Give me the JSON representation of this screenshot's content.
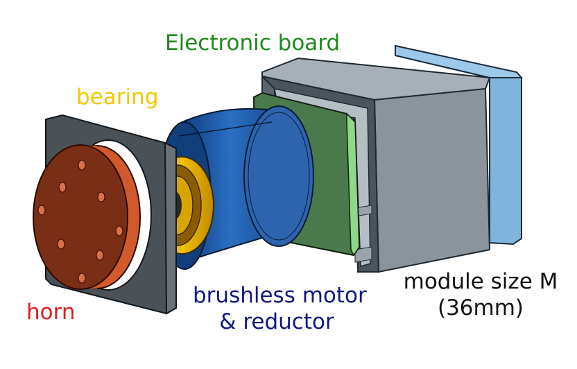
{
  "labels": {
    "electronic_board": "Electronic board",
    "bearing": "bearing",
    "horn": "horn",
    "motor_line1": "brushless motor",
    "motor_line2": "& reductor",
    "module_line1": "module size M",
    "module_line2": "(36mm)"
  },
  "colors": {
    "electronic_board": "#1e8a1e",
    "bearing": "#f0c800",
    "horn": "#e01e1e",
    "motor": "#101880",
    "module": "#111111"
  }
}
